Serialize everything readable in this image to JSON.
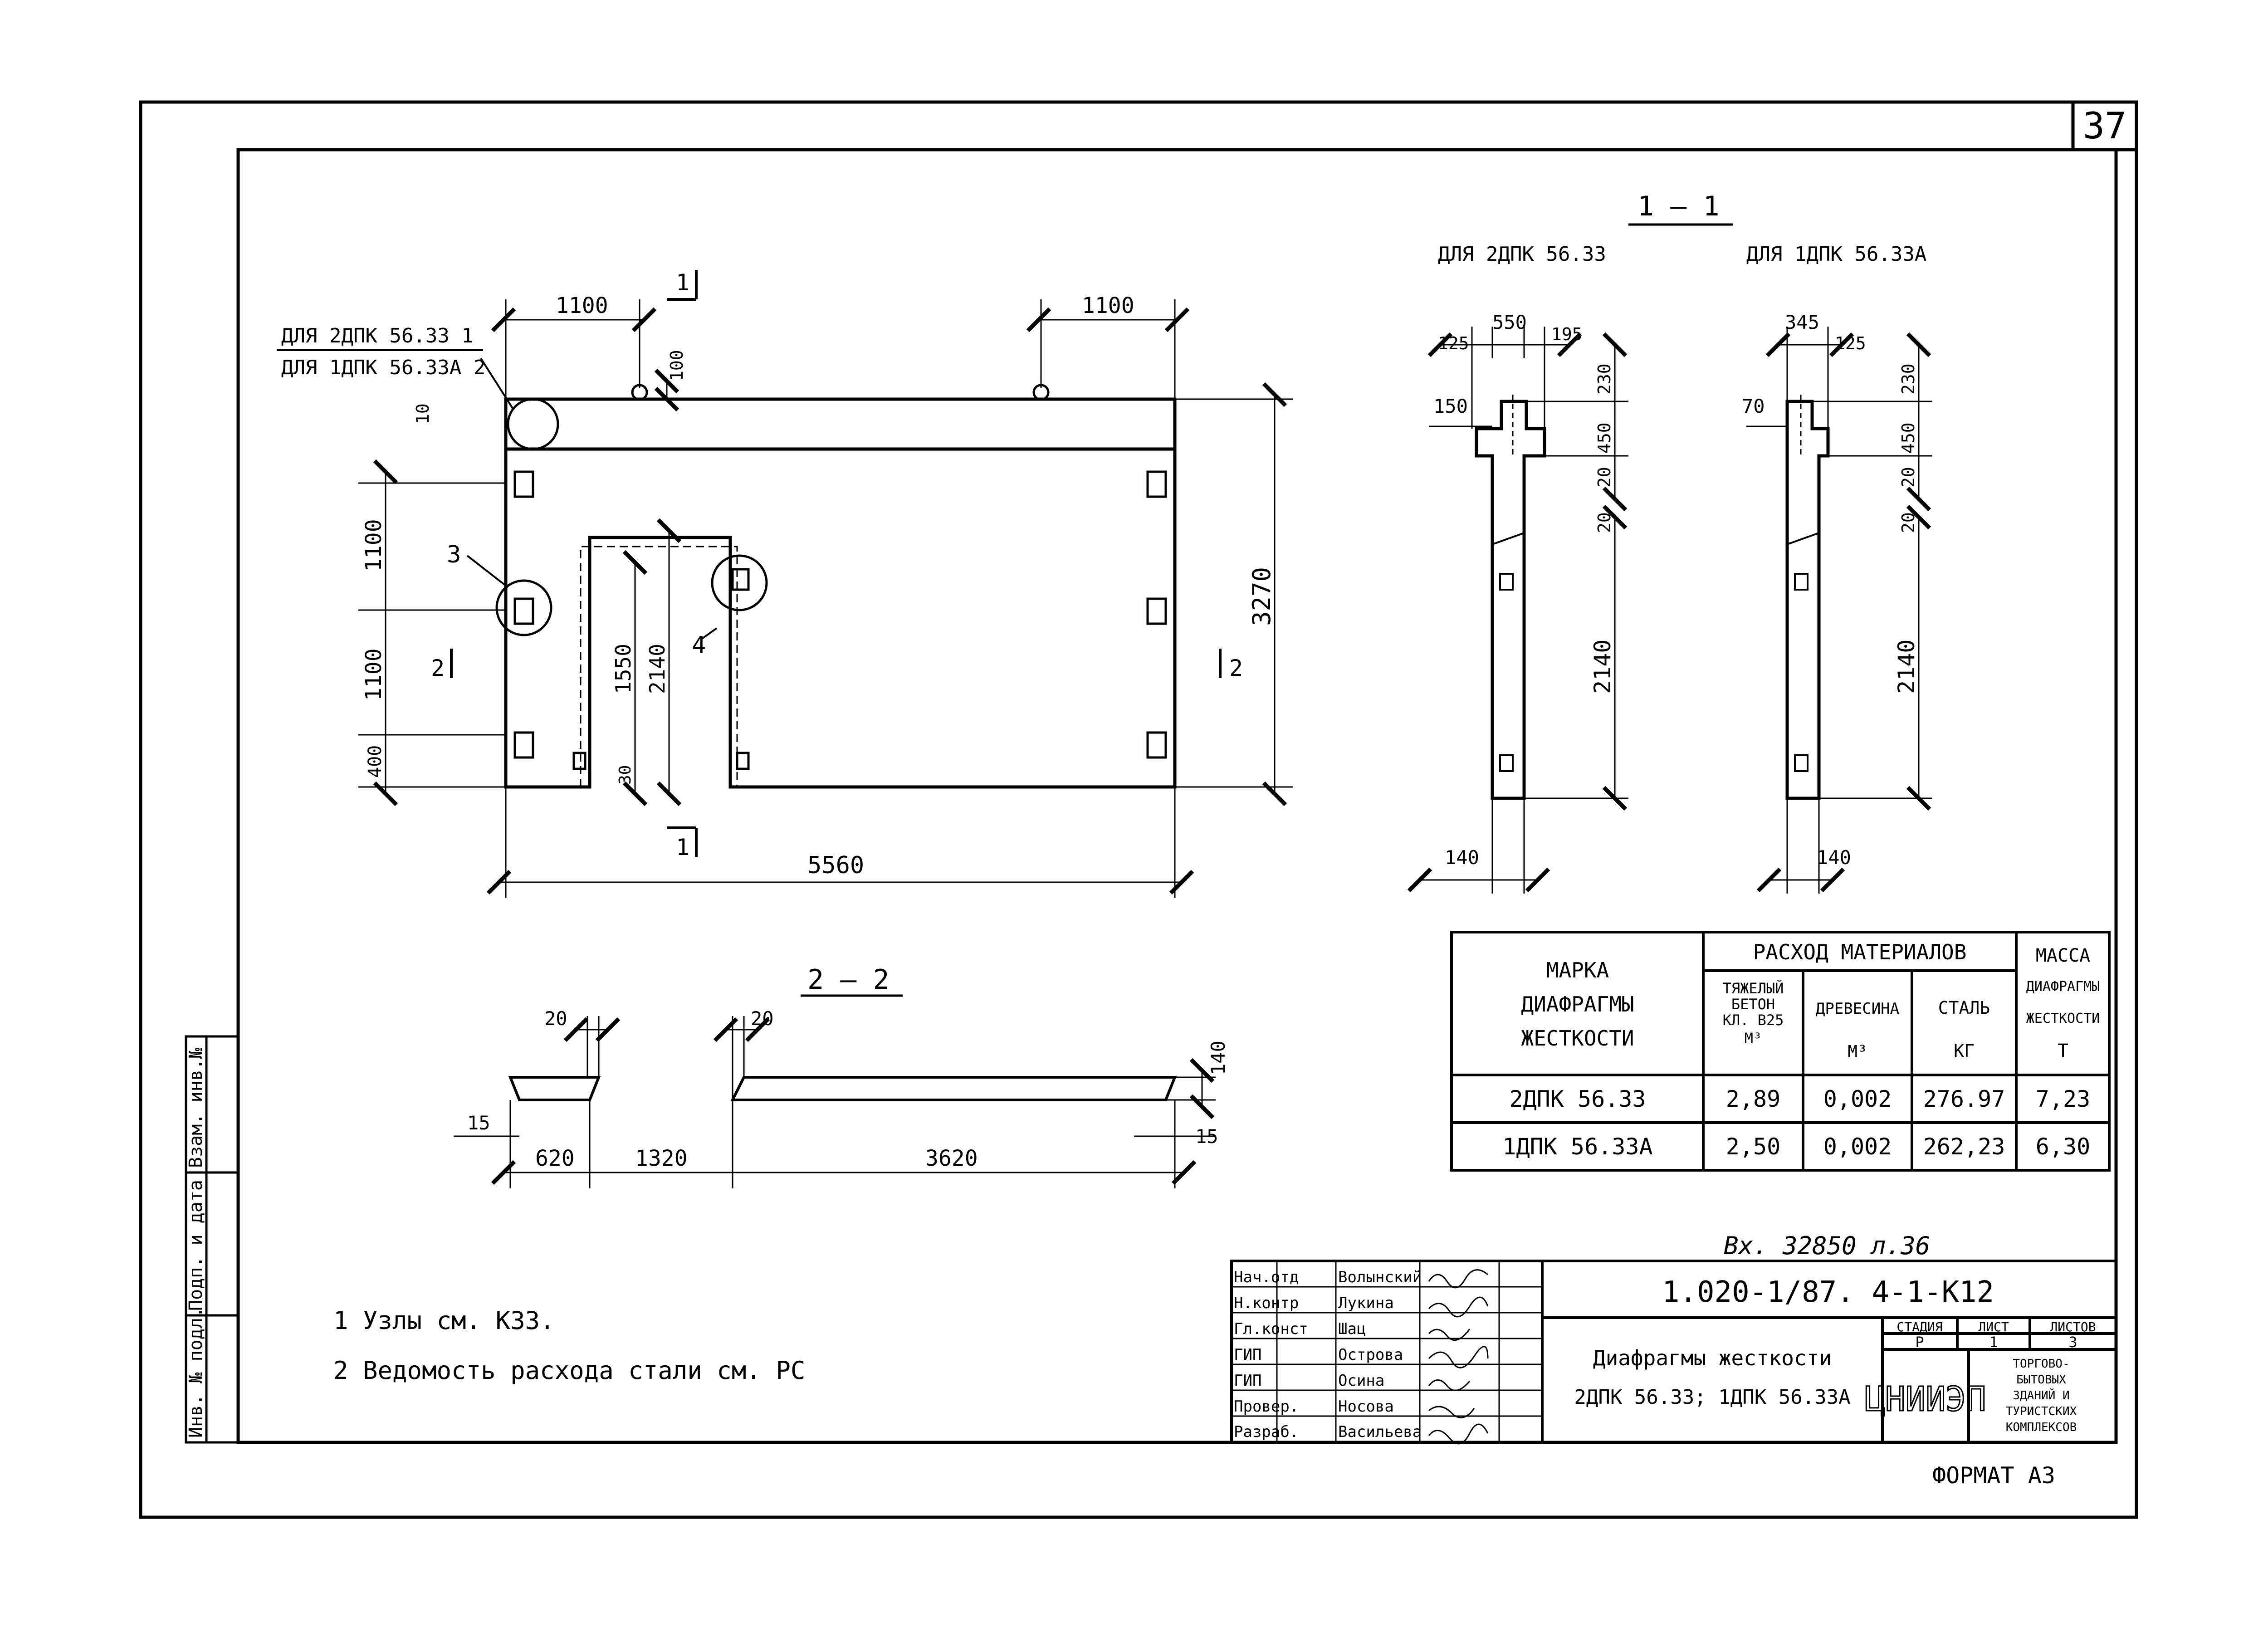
{
  "sheet": {
    "number": "37",
    "format": "ФОРМАТ А3"
  },
  "side_stamp": [
    "Инв. № подл.",
    "Подп. и дата",
    "Взам. инв.№"
  ],
  "elevation": {
    "callout_top": "ДЛЯ 2ДПК 56.33 1",
    "callout_bottom": "ДЛЯ 1ДПК 56.33А 2",
    "dims": {
      "top_left": "1100",
      "top_right": "1100",
      "d100": "100",
      "d10": "10",
      "left_upper": "1100",
      "left_lower": "1100",
      "left_bottom": "400",
      "door_h1": "1550",
      "door_h2": "2140",
      "door_sill": "30",
      "height": "3270",
      "length": "5560"
    },
    "node_labels": [
      "3",
      "4"
    ],
    "section_marks": [
      "1",
      "1",
      "2",
      "2"
    ]
  },
  "section_1_1": {
    "title": "1 — 1",
    "left_caption": "ДЛЯ 2ДПК 56.33",
    "right_caption": "ДЛЯ 1ДПК 56.33А",
    "left_dims": {
      "w550": "550",
      "w125": "125",
      "w195": "195",
      "h230": "230",
      "w150": "150",
      "h450": "450",
      "h20a": "20",
      "h20b": "20",
      "h2140": "2140",
      "w140": "140"
    },
    "right_dims": {
      "w345": "345",
      "w125": "125",
      "h230": "230",
      "w70": "70",
      "h450": "450",
      "h20a": "20",
      "h20b": "20",
      "h2140": "2140",
      "w140": "140"
    }
  },
  "section_2_2": {
    "title": "2 — 2",
    "dims": {
      "d20_left": "20",
      "d20_right": "20",
      "d140": "140",
      "d15_left": "15",
      "d15_right": "15",
      "d620": "620",
      "d1320": "1320",
      "d3620": "3620"
    }
  },
  "materials_table": {
    "header_mark": [
      "МАРКА",
      "ДИАФРАГМЫ",
      "ЖЕСТКОСТИ"
    ],
    "header_consumption": "РАСХОД МАТЕРИАЛОВ",
    "header_mass": [
      "МАССА",
      "ДИАФРАГМЫ",
      "ЖЕСТКОСТИ",
      "Т"
    ],
    "col_concrete": [
      "ТЯЖЕЛЫЙ",
      "БЕТОН",
      "КЛ. В25",
      "М³"
    ],
    "col_wood": [
      "ДРЕВЕСИНА",
      "М³"
    ],
    "col_steel": [
      "СТАЛЬ",
      "КГ"
    ],
    "rows": [
      {
        "mark": "2ДПК 56.33",
        "concrete": "2,89",
        "wood": "0,002",
        "steel": "276.97",
        "mass": "7,23"
      },
      {
        "mark": "1ДПК 56.33А",
        "concrete": "2,50",
        "wood": "0,002",
        "steel": "262,23",
        "mass": "6,30"
      }
    ]
  },
  "handwritten_note": "Вх. 32850 л.36",
  "notes": [
    "1 Узлы см. К33.",
    "2 Ведомость расхода стали см. РС"
  ],
  "title_block": {
    "doc_code": "1.020-1/87. 4-1-К12",
    "name_line1": "Диафрагмы жесткости",
    "name_line2": "2ДПК 56.33; 1ДПК 56.33А",
    "stage_header": "СТАДИЯ",
    "sheet_header": "ЛИСТ",
    "sheets_header": "ЛИСТОВ",
    "stage": "Р",
    "sheet": "1",
    "sheets": "3",
    "org_logo": "ЦНИИЭП",
    "org_text": [
      "ТОРГОВО-",
      "БЫТОВЫХ",
      "ЗДАНИЙ И",
      "ТУРИСТСКИХ",
      "КОМПЛЕКСОВ"
    ],
    "staff": [
      {
        "role": "Нач.отд",
        "name": "Волынский"
      },
      {
        "role": "Н.контр",
        "name": "Лукина"
      },
      {
        "role": "Гл.конст",
        "name": "Шац"
      },
      {
        "role": "ГИП",
        "name": "Острова"
      },
      {
        "role": "ГИП",
        "name": "Осина"
      },
      {
        "role": "Провер.",
        "name": "Носова"
      },
      {
        "role": "Разраб.",
        "name": "Васильева"
      }
    ]
  }
}
